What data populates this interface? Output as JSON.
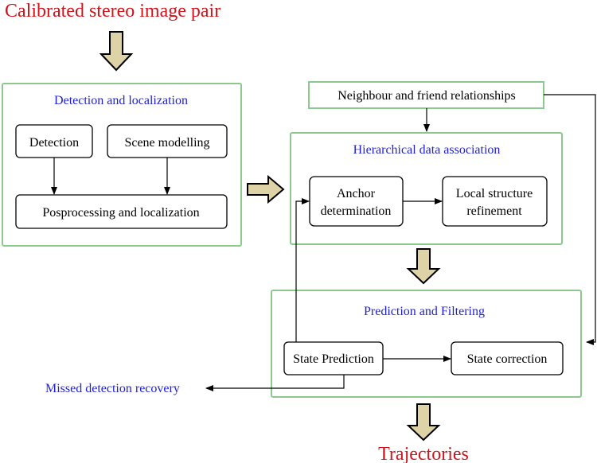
{
  "colors": {
    "title": "#d0141b",
    "group_title": "#1f1fd6",
    "group_border": "#8cc98c",
    "box_border": "#000000",
    "big_arrow_fill": "#ddd3a6",
    "line": "#000000",
    "missed_label": "#1f1fd6"
  },
  "header": {
    "title": "Calibrated stereo image pair"
  },
  "footer": {
    "title": "Trajectories"
  },
  "groups": {
    "detection": {
      "title": "Detection and localization",
      "nodes": {
        "detection": "Detection",
        "scene": "Scene modelling",
        "posproc": "Posprocessing and localization"
      }
    },
    "hda": {
      "title": "Hierarchical data association",
      "nodes": {
        "anchor_1": "Anchor",
        "anchor_2": "determination",
        "local_1": "Local structure",
        "local_2": "refinement"
      }
    },
    "prediction": {
      "title": "Prediction and Filtering",
      "nodes": {
        "state_pred": "State Prediction",
        "state_corr": "State correction"
      }
    }
  },
  "neighbour": {
    "label": "Neighbour and friend relationships"
  },
  "missed": {
    "label": "Missed detection recovery"
  }
}
